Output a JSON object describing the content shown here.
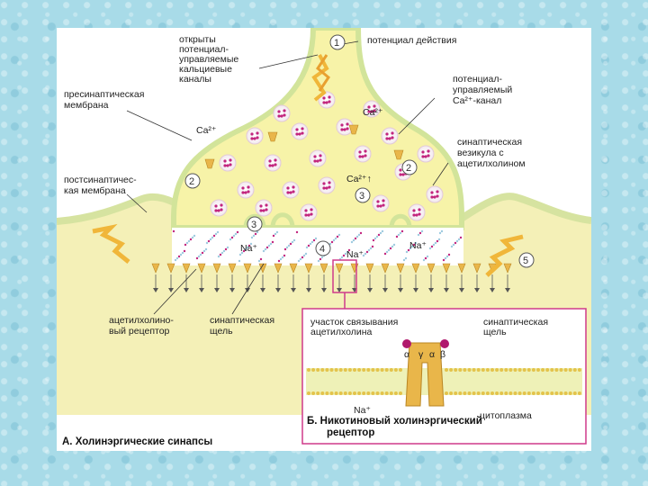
{
  "labels": {
    "open_channels": [
      "открыты",
      "потенциал-",
      "управляемые",
      "кальциевые",
      "каналы"
    ],
    "action_potential": "потенциал действия",
    "presynaptic_membrane": [
      "пресинаптическая",
      "мембрана"
    ],
    "ca_channel": [
      "потенциал-",
      "управляемый",
      "Ca²⁺-канал"
    ],
    "ca": "Ca²⁺",
    "ca_arrow": "Ca²⁺↑",
    "vesicle": [
      "синаптическая",
      "везикула с",
      "ацетилхолином"
    ],
    "postsynaptic_membrane": [
      "постсинаптичес-",
      "кая мембрана"
    ],
    "na": "Na⁺",
    "receptor": [
      "ацетилхолино-",
      "вый рецептор"
    ],
    "cleft": [
      "синаптическая",
      "щель"
    ],
    "binding_site": [
      "участок связывания",
      "ацетилхолина"
    ],
    "inset_cleft": [
      "синаптическая",
      "щель"
    ],
    "cytoplasm": "цитоплазма",
    "subunits": [
      "α",
      "γ",
      "α",
      "β"
    ],
    "caption_a": "А. Холинэргические синапсы",
    "caption_b": [
      "Б. Никотиновый холинэргический",
      "рецептор"
    ]
  },
  "markers": [
    "1",
    "2",
    "2",
    "3",
    "3",
    "4",
    "5"
  ],
  "colors": {
    "cytoplasm": "#f7f3a8",
    "membrane": "#d2e49a",
    "vesicle": "#c2257e",
    "receptor": "#e9b64a",
    "arrow": "#f0b63a"
  }
}
